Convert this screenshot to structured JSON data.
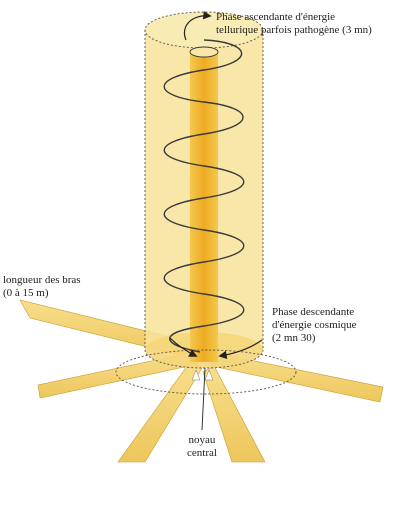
{
  "labels": {
    "ascending": {
      "line1": "Phase ascendante d'énergie",
      "line2": "tellurique parfois pathogène (3 mn)"
    },
    "descending": {
      "line1": "Phase descendante",
      "line2": "d'énergie cosmique",
      "line3": "(2 mn 30)"
    },
    "arms": {
      "line1": "longueur des bras",
      "line2": "(0 à 15 m)"
    },
    "core": {
      "line1": "noyau",
      "line2": "central"
    }
  },
  "colors": {
    "cylinder": "#f7e39a",
    "column": "#f0b830",
    "arm": "#f4d57a",
    "arm_edge": "#c99a2a",
    "spiral": "#3a3a3a",
    "dashed": "#5a5040",
    "text": "#1e1e1e"
  }
}
